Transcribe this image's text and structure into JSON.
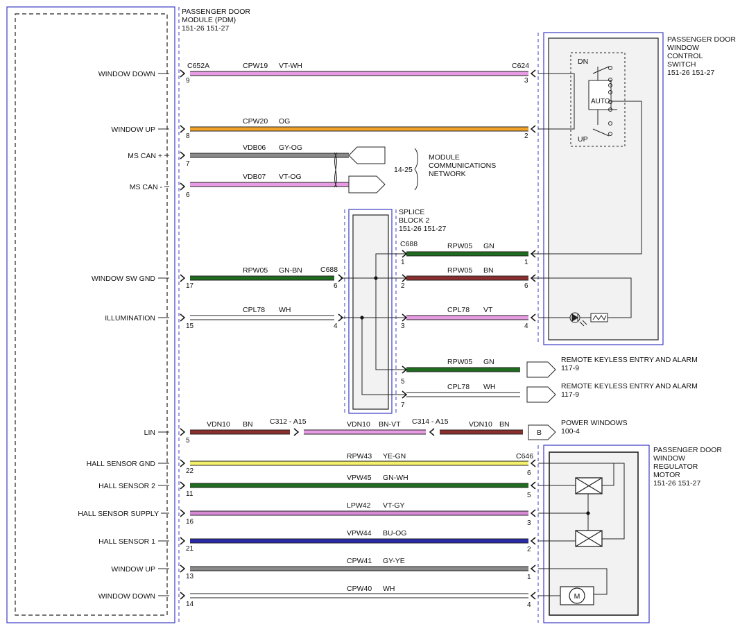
{
  "modules": {
    "pdm": {
      "title": [
        "PASSENGER DOOR",
        "MODULE (PDM)",
        "151-26  151-27"
      ]
    },
    "switch": {
      "title": [
        "PASSENGER DOOR",
        "WINDOW",
        "CONTROL",
        "SWITCH",
        "151-26  151-27"
      ],
      "dn": "DN",
      "up": "UP",
      "auto": "AUTO"
    },
    "splice": {
      "title": [
        "SPLICE",
        "BLOCK 2",
        "151-26  151-27"
      ]
    },
    "motor": {
      "title": [
        "PASSENGER DOOR",
        "WINDOW",
        "REGULATOR",
        "MOTOR",
        "151-26  151-27"
      ],
      "motor_symbol": "M"
    }
  },
  "network": {
    "label": [
      "MODULE",
      "COMMUNICATIONS",
      "NETWORK"
    ],
    "ref": "14-25"
  },
  "pdm_pins": [
    {
      "id": "win-down-1",
      "label": "WINDOW DOWN",
      "pin": "9"
    },
    {
      "id": "win-up-1",
      "label": "WINDOW UP",
      "pin": "8"
    },
    {
      "id": "ms-can-plus",
      "label": "MS CAN +",
      "pin": "7"
    },
    {
      "id": "ms-can-minus",
      "label": "MS CAN -",
      "pin": "6"
    },
    {
      "id": "sw-gnd",
      "label": "WINDOW SW GND",
      "pin": "17"
    },
    {
      "id": "illum",
      "label": "ILLUMINATION",
      "pin": "15"
    },
    {
      "id": "lin",
      "label": "LIN",
      "pin": "5"
    },
    {
      "id": "hall-gnd",
      "label": "HALL SENSOR GND",
      "pin": "22"
    },
    {
      "id": "hall-2",
      "label": "HALL SENSOR 2",
      "pin": "11"
    },
    {
      "id": "hall-supply",
      "label": "HALL SENSOR SUPPLY",
      "pin": "16"
    },
    {
      "id": "hall-1",
      "label": "HALL SENSOR 1",
      "pin": "21"
    },
    {
      "id": "win-up-2",
      "label": "WINDOW UP",
      "pin": "13"
    },
    {
      "id": "win-down-2",
      "label": "WINDOW DOWN",
      "pin": "14"
    }
  ],
  "connectors": {
    "pdm": "C652A",
    "switch": "C624",
    "splice_in": "C688",
    "splice_out": "C688",
    "lin_1": "C312 - A15",
    "lin_2": "C314 - A15",
    "motor": "C646"
  },
  "wires": [
    {
      "id": "cpw19",
      "circuit": "CPW19",
      "color_code": "VT-WH",
      "end_pin": "3"
    },
    {
      "id": "cpw20",
      "circuit": "CPW20",
      "color_code": "OG",
      "end_pin": "2"
    },
    {
      "id": "vdb06",
      "circuit": "VDB06",
      "color_code": "GY-OG"
    },
    {
      "id": "vdb07",
      "circuit": "VDB07",
      "color_code": "VT-OG"
    },
    {
      "id": "rpw05-gnbn",
      "circuit": "RPW05",
      "color_code": "GN-BN",
      "end_pin": "6"
    },
    {
      "id": "cpl78-wh",
      "circuit": "CPL78",
      "color_code": "WH",
      "end_pin": "4"
    },
    {
      "id": "rpw05-gn",
      "circuit": "RPW05",
      "color_code": "GN",
      "start_pin": "1",
      "end_pin": "1"
    },
    {
      "id": "rpw05-bn",
      "circuit": "RPW05",
      "color_code": "BN",
      "start_pin": "2",
      "end_pin": "6"
    },
    {
      "id": "cpl78-vt",
      "circuit": "CPL78",
      "color_code": "VT",
      "start_pin": "3",
      "end_pin": "4"
    },
    {
      "id": "rpw05-gn-rke",
      "circuit": "RPW05",
      "color_code": "GN",
      "start_pin": "5"
    },
    {
      "id": "cpl78-wh-rke",
      "circuit": "CPL78",
      "color_code": "WH",
      "start_pin": "7"
    },
    {
      "id": "vdn10-a",
      "circuit": "VDN10",
      "color_code": "BN"
    },
    {
      "id": "vdn10-b",
      "circuit": "VDN10",
      "color_code": "BN-VT"
    },
    {
      "id": "vdn10-c",
      "circuit": "VDN10",
      "color_code": "BN"
    },
    {
      "id": "rpw43",
      "circuit": "RPW43",
      "color_code": "YE-GN",
      "end_pin": "6"
    },
    {
      "id": "vpw45",
      "circuit": "VPW45",
      "color_code": "GN-WH",
      "end_pin": "5"
    },
    {
      "id": "lpw42",
      "circuit": "LPW42",
      "color_code": "VT-GY",
      "end_pin": "3"
    },
    {
      "id": "vpw44",
      "circuit": "VPW44",
      "color_code": "BU-OG",
      "end_pin": "2"
    },
    {
      "id": "cpw41",
      "circuit": "CPW41",
      "color_code": "GY-YE",
      "end_pin": "1"
    },
    {
      "id": "cpw40",
      "circuit": "CPW40",
      "color_code": "WH",
      "end_pin": "4"
    }
  ],
  "destinations": {
    "rke_1": {
      "label": "REMOTE KEYLESS ENTRY AND ALARM",
      "ref": "117-9"
    },
    "rke_2": {
      "label": "REMOTE KEYLESS ENTRY AND ALARM",
      "ref": "117-9"
    },
    "power_windows": {
      "label": "POWER WINDOWS",
      "ref": "100-4",
      "tag": "B"
    }
  },
  "wire_colors": {
    "VT-WH": "#e79be2",
    "OG": "#f0a12a",
    "GY-OG": "#8a8a8a",
    "VT-OG": "#e79be2",
    "GN-BN": "#1f6b1f",
    "WH": "#ffffff",
    "GN": "#1f6b1f",
    "BN": "#8b2e2e",
    "VT": "#e79be2",
    "BN-VT": "#e79be2",
    "YE-GN": "#f4f06a",
    "GN-WH": "#1f6b1f",
    "VT-GY": "#d68ad4",
    "BU-OG": "#2828a8",
    "GY-YE": "#8a8a8a",
    "module_border": "#3b3bc4"
  }
}
